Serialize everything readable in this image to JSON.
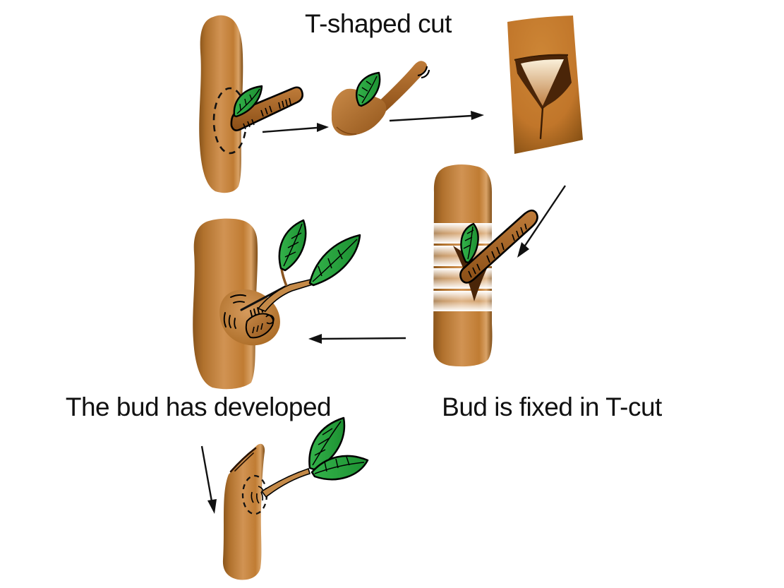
{
  "title": "T-shaped cut",
  "captions": {
    "bud_developed": "The bud has developed",
    "bud_fixed": "Bud is fixed in T-cut"
  },
  "figures": [
    "branch-with-bud-marked-by-dashed-circle",
    "excised-bud-shield-with-leaf",
    "t-shaped-cut-opened-in-bark",
    "bud-inserted-in-t-cut-and-wrapped",
    "grafted-bud-developed-on-stock",
    "stock-cut-back-above-developed-bud"
  ],
  "arrows": [
    "arrow-branch-to-excised-bud-right",
    "arrow-excised-bud-to-t-cut-right",
    "arrow-t-cut-to-wrapped-down-left",
    "arrow-wrapped-to-developed-left",
    "arrow-down-to-headed-stock"
  ],
  "colors": {
    "ink": "#111111",
    "outline": "#000000",
    "leaf_green_light": "#33b24a",
    "leaf_green_dark": "#1d9132",
    "trunk_light": "#d19353",
    "trunk_mid": "#c07c33",
    "trunk_dark": "#8a551b",
    "branch_light": "#bf7c3a",
    "branch_dark": "#8a4e16",
    "bark_center": "#cd8636",
    "bark_edge": "#7d4a10",
    "cut_dark": "#4a2508",
    "cream_light": "#faf0da",
    "cream_dark": "#c08043",
    "wrap_white": "#ffffff",
    "shoot_tan": "#c58a48",
    "bulge_light": "#d59a5c",
    "bulge_dark": "#a6661f"
  }
}
